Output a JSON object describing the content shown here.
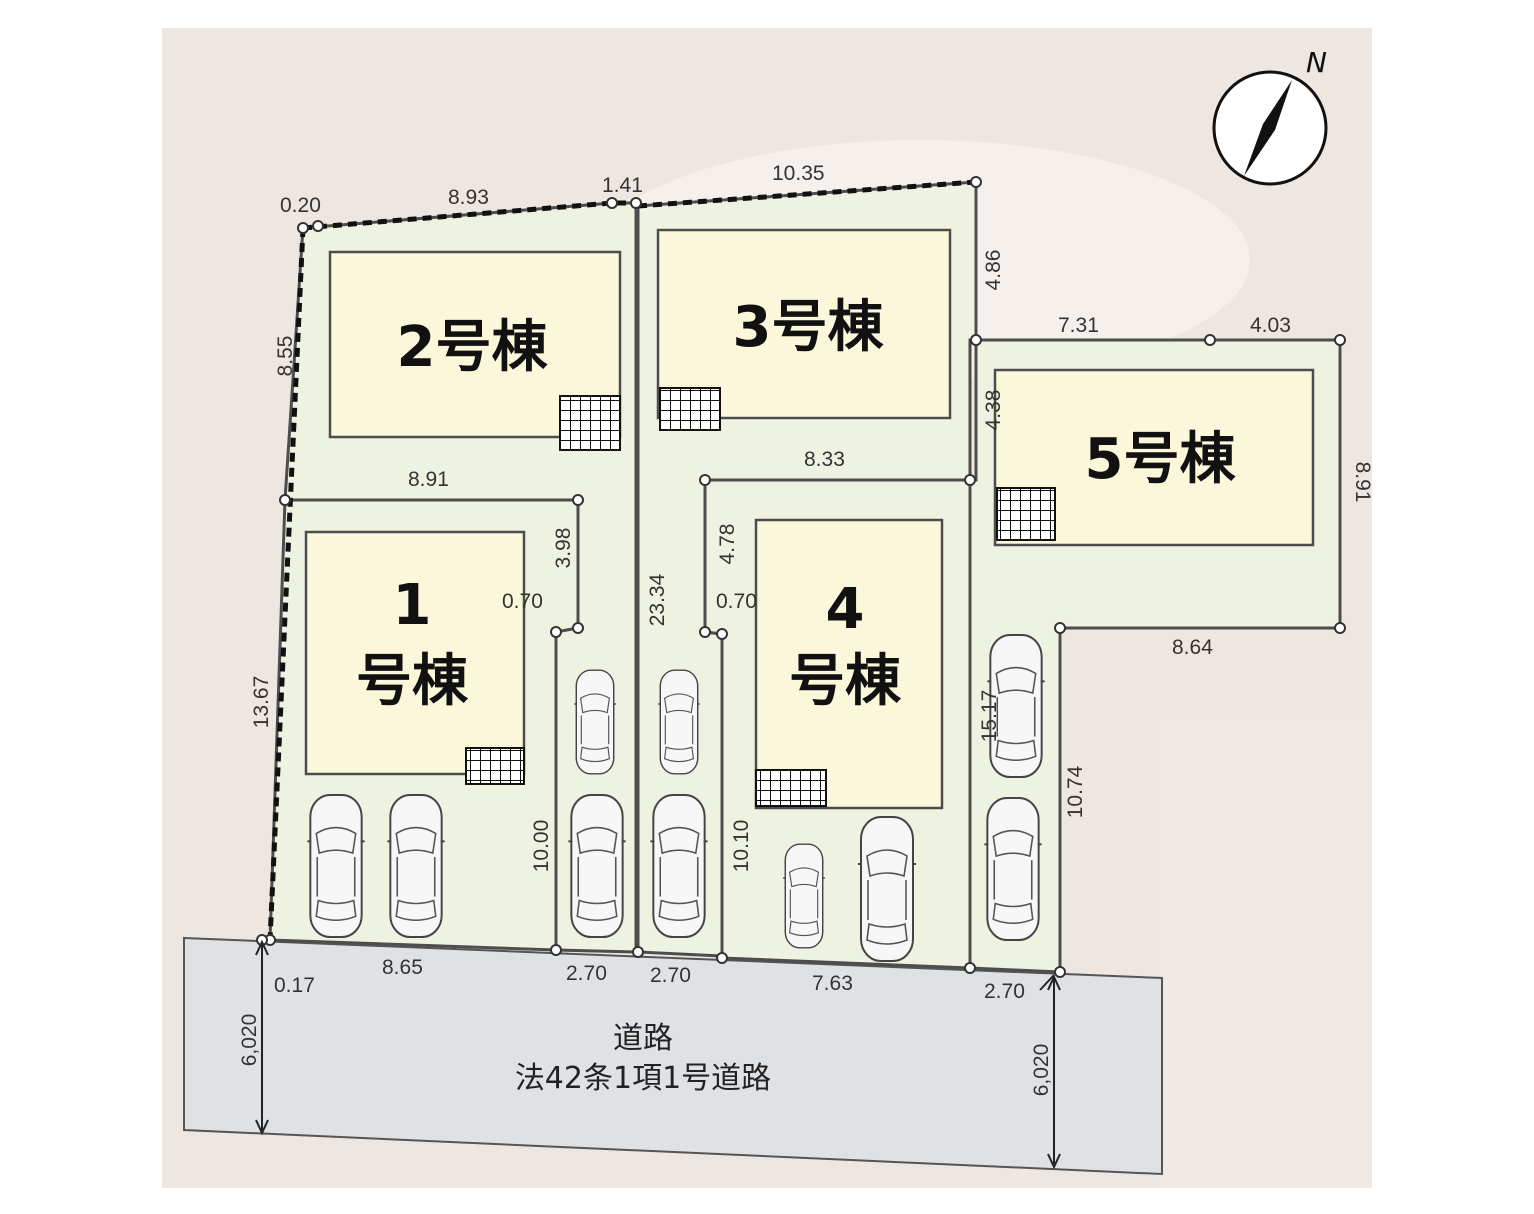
{
  "compass": {
    "label": "N"
  },
  "buildings": {
    "b1": [
      "1",
      "号棟"
    ],
    "b2": "2号棟",
    "b3": "3号棟",
    "b4": [
      "4",
      "号棟"
    ],
    "b5": "5号棟"
  },
  "road": {
    "title": "道路",
    "subtitle": "法42条1項1号道路",
    "width_left": "6,020",
    "width_right": "6,020"
  },
  "dimensions": {
    "top_020": "0.20",
    "top_893": "8.93",
    "top_141": "1.41",
    "top_1035": "10.35",
    "right_486": "4.86",
    "top_731": "7.31",
    "top_403": "4.03",
    "side_438": "4.38",
    "right_891": "8.91",
    "mid_891": "8.91",
    "mid_833": "8.33",
    "v_398": "3.98",
    "v_478": "4.78",
    "left_855": "8.55",
    "left_1367": "13.67",
    "notch_070a": "0.70",
    "notch_070b": "0.70",
    "v_2334": "23.34",
    "v_1000": "10.00",
    "v_1010": "10.10",
    "v_1074": "10.74",
    "v_157": "15.17",
    "bottom_864": "8.64",
    "bottom_017": "0.17",
    "bottom_865": "8.65",
    "bottom_270a": "2.70",
    "bottom_270b": "2.70",
    "bottom_763": "7.63",
    "bottom_270c": "2.70"
  }
}
